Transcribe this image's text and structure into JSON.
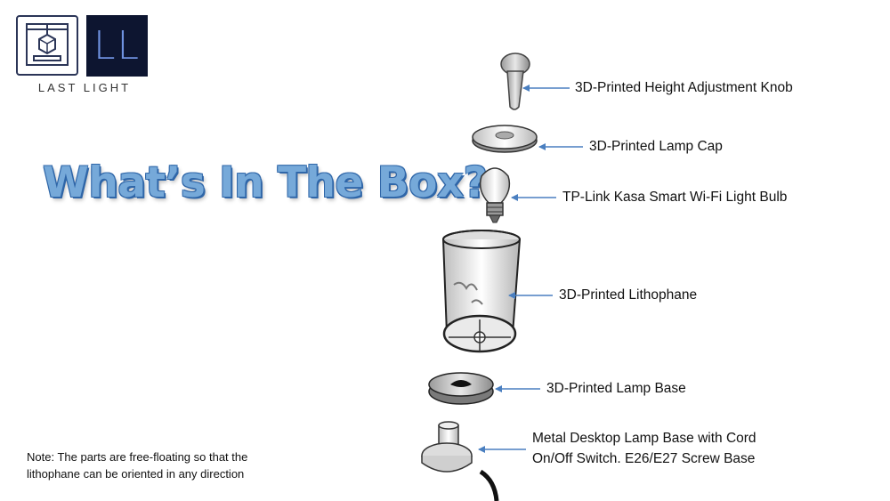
{
  "brand": {
    "monogram": "LL",
    "name": "LAST LIGHT"
  },
  "title": "What’s In The Box?",
  "note": "Note: The parts are free-floating so that the lithophane can be oriented in any direction",
  "parts": [
    {
      "label": "3D-Printed Height Adjustment Knob"
    },
    {
      "label": "3D-Printed Lamp Cap"
    },
    {
      "label": "TP-Link Kasa Smart Wi-Fi Light Bulb"
    },
    {
      "label": "3D-Printed Lithophane"
    },
    {
      "label": "3D-Printed Lamp Base"
    },
    {
      "label_line1": "Metal Desktop Lamp Base with Cord",
      "label_line2": "On/Off Switch. E26/E27 Screw Base"
    }
  ],
  "colors": {
    "title_fill": "#76a9d9",
    "title_outline": "#2f66a8",
    "arrow": "#4a7fc0",
    "logo_dark": "#0d1530"
  }
}
